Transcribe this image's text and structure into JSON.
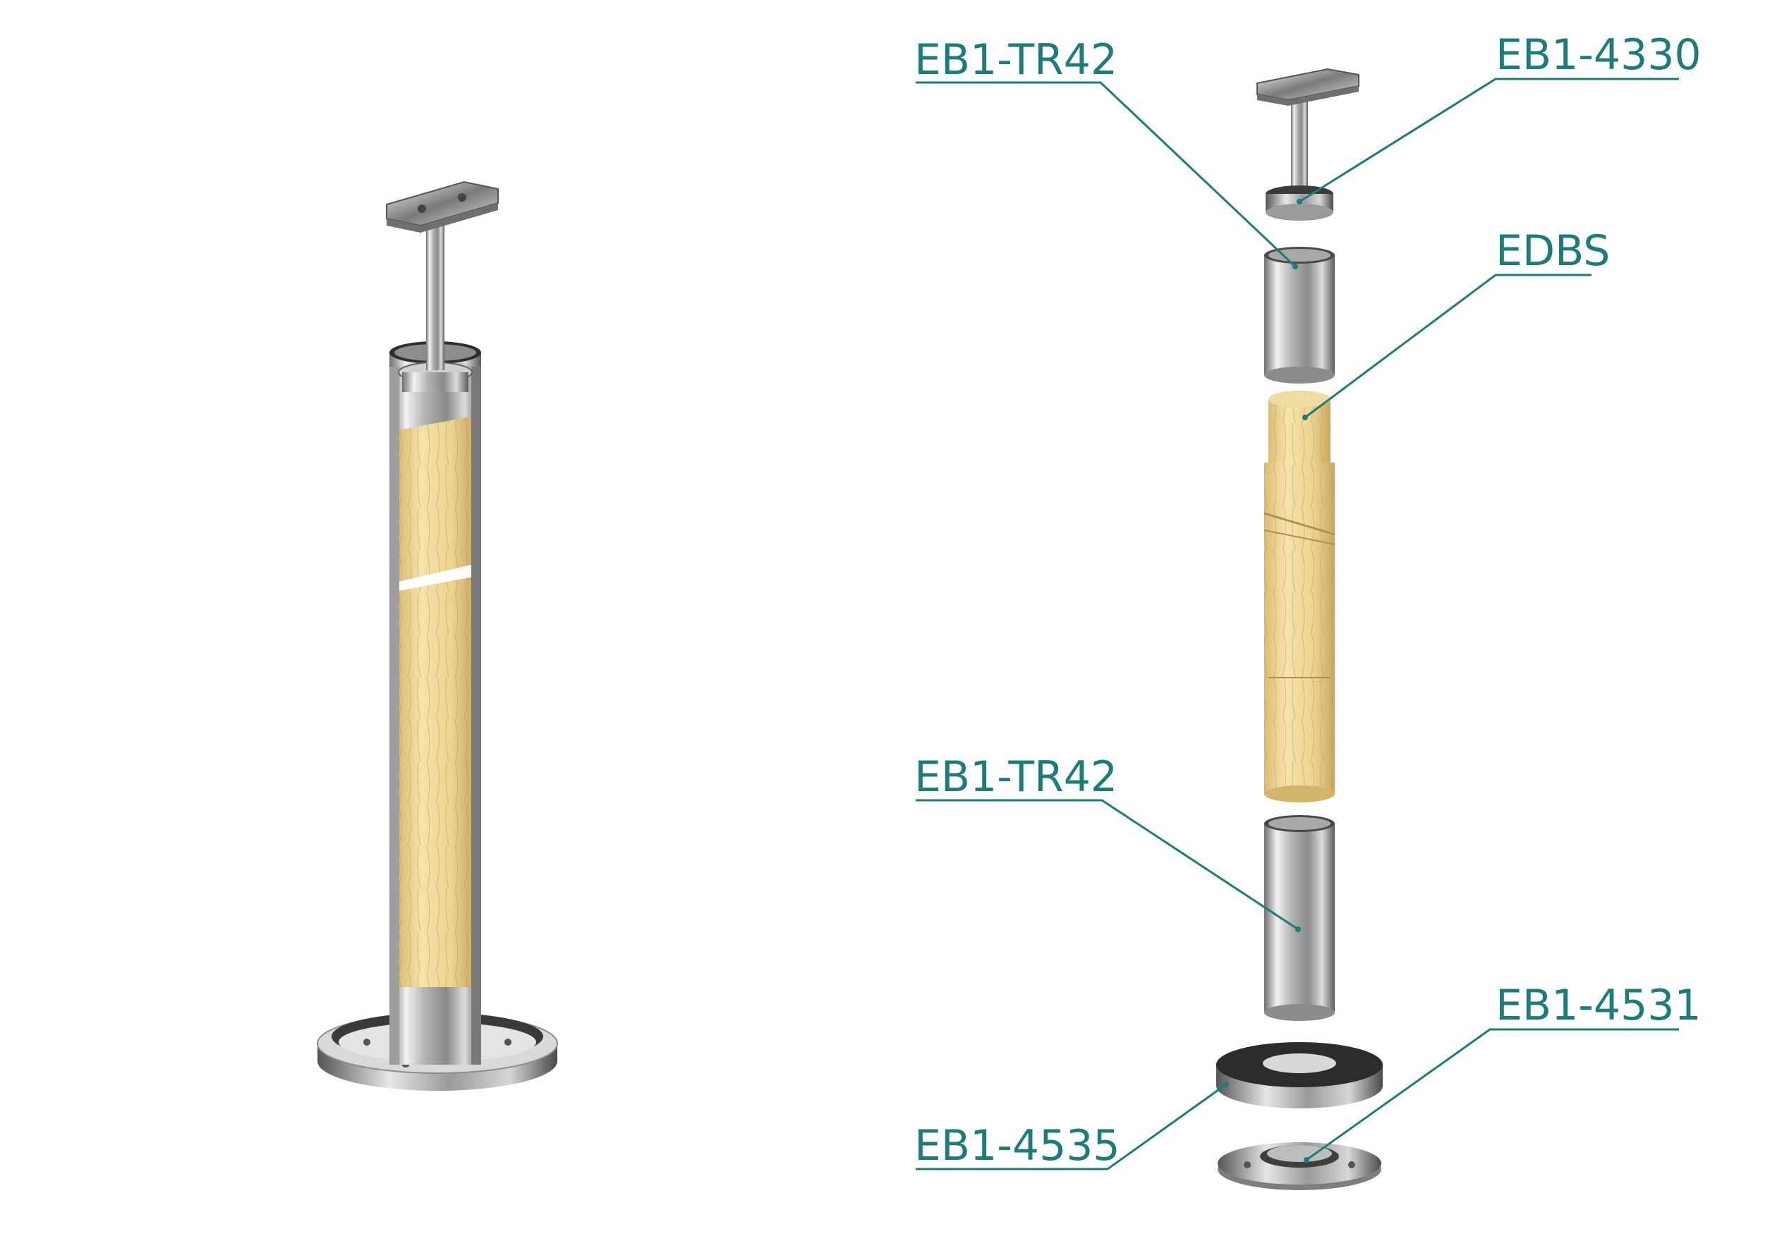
{
  "colors": {
    "label": "#1a7d79",
    "leader": "#1a7d79",
    "wood": "#e6cf8f",
    "steel": "#c4c4c4",
    "background": "#ffffff"
  },
  "callouts": [
    {
      "id": "tube-top",
      "label": "EB1-TR42"
    },
    {
      "id": "handrail-holder",
      "label": "EB1-4330"
    },
    {
      "id": "wood-post",
      "label": "EDBS"
    },
    {
      "id": "tube-bottom",
      "label": "EB1-TR42"
    },
    {
      "id": "base-flange",
      "label": "EB1-4531"
    },
    {
      "id": "cover-cap",
      "label": "EB1-4535"
    }
  ]
}
